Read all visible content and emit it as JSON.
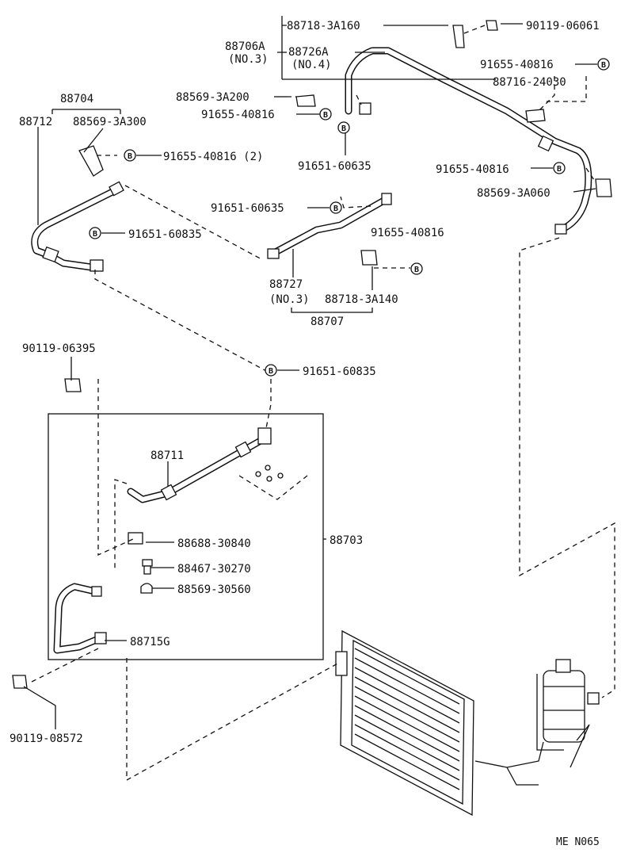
{
  "labels": {
    "p88718_3a160": "88718-3A160",
    "p90119_06061": "90119-06061",
    "p88706a": "88706A",
    "p88706a_no": "(NO.3)",
    "p88726a": "88726A",
    "p88726a_no": "(NO.4)",
    "p91655_40816_tr": "91655-40816",
    "p88716_24030": "88716-24030",
    "p88704": "88704",
    "p88569_3a200": "88569-3A200",
    "p91655_40816_a": "91655-40816",
    "p88712": "88712",
    "p88569_3a300": "88569-3A300",
    "p91651_60635_a": "91651-60635",
    "p91655_40816_2": "91655-40816 (2)",
    "p91655_40816_r": "91655-40816",
    "p88569_3a060": "88569-3A060",
    "p91651_60635_b": "91651-60635",
    "p91651_60835_a": "91651-60835",
    "p91655_40816_m": "91655-40816",
    "p88727": "88727",
    "p88727_no": "(NO.3)",
    "p88718_3a140": "88718-3A140",
    "p88707": "88707",
    "p90119_06395": "90119-06395",
    "p91651_60835_b": "91651-60835",
    "p88711": "88711",
    "p88688_30840": "88688-30840",
    "p88703": "88703",
    "p88467_30270": "88467-30270",
    "p88569_30560": "88569-30560",
    "p88715g": "88715G",
    "p90119_08572": "90119-08572",
    "footer_code": "ME N065"
  },
  "bolt_glyph": "B"
}
